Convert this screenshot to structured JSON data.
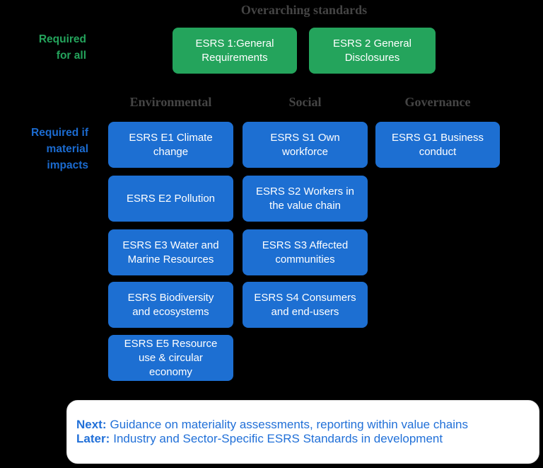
{
  "title": "Overarching standards",
  "side_labels": {
    "required_for_all": "Required\nfor all",
    "required_if_material": "Required if\nmaterial\nimpacts"
  },
  "overarching_boxes": [
    "ESRS 1:General\nRequirements",
    "ESRS 2 General\nDisclosures"
  ],
  "columns": [
    {
      "header": "Environmental",
      "boxes": [
        "ESRS E1 Climate\nchange",
        "ESRS E2 Pollution",
        "ESRS E3 Water and\nMarine Resources",
        "ESRS Biodiversity\nand ecosystems",
        "ESRS E5 Resource\nuse & circular\neconomy"
      ]
    },
    {
      "header": "Social",
      "boxes": [
        "ESRS S1 Own\nworkforce",
        "ESRS S2 Workers in\nthe value chain",
        "ESRS S3 Affected\ncommunities",
        "ESRS S4 Consumers\nand end-users"
      ]
    },
    {
      "header": "Governance",
      "boxes": [
        "ESRS G1 Business\nconduct"
      ]
    }
  ],
  "footer": {
    "next_label": "Next:",
    "next_text": "Guidance on materiality assessments, reporting within value chains",
    "later_label": "Later:",
    "later_text": "Industry and Sector-Specific ESRS Standards in development"
  },
  "colors": {
    "background": "#000000",
    "green": "#24a45c",
    "blue": "#1d6fd2",
    "heading_gray": "#454545",
    "side_label_blue": "#1b6bd0",
    "footer_text_blue": "#2170d8",
    "footer_background": "#ffffff",
    "box_text": "#ffffff"
  }
}
